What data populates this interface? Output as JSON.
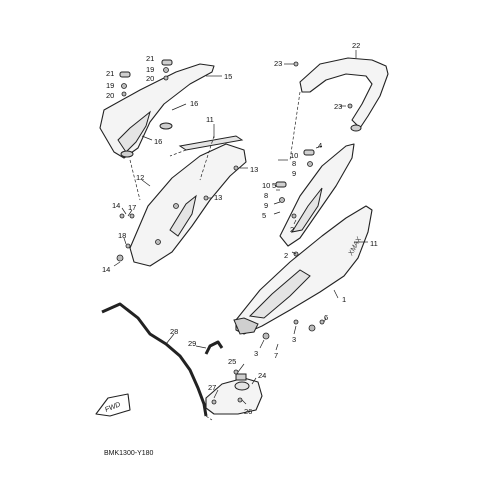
{
  "callouts": {
    "c1": "1",
    "c2a": "2",
    "c2b": "2",
    "c3a": "3",
    "c3b": "3",
    "c4": "4",
    "c5a": "5",
    "c5b": "5",
    "c6": "6",
    "c7": "7",
    "c8a": "8",
    "c8b": "8",
    "c9a": "9",
    "c9b": "9",
    "c10a": "10",
    "c10b": "10",
    "c11a": "11",
    "c11b": "11",
    "c12": "12",
    "c13a": "13",
    "c13b": "13",
    "c14a": "14",
    "c14b": "14",
    "c15": "15",
    "c16a": "16",
    "c16b": "16",
    "c17": "17",
    "c18": "18",
    "c19a": "19",
    "c19b": "19",
    "c20a": "20",
    "c20b": "20",
    "c21a": "21",
    "c21b": "21",
    "c22": "22",
    "c23a": "23",
    "c23b": "23",
    "c24": "24",
    "c25": "25",
    "c26": "26",
    "c27": "27",
    "c28": "28",
    "c29": "29"
  },
  "fwd_label": "FWD",
  "badge_text": "XMAX",
  "diagram_code": "BMK1300-Y180"
}
